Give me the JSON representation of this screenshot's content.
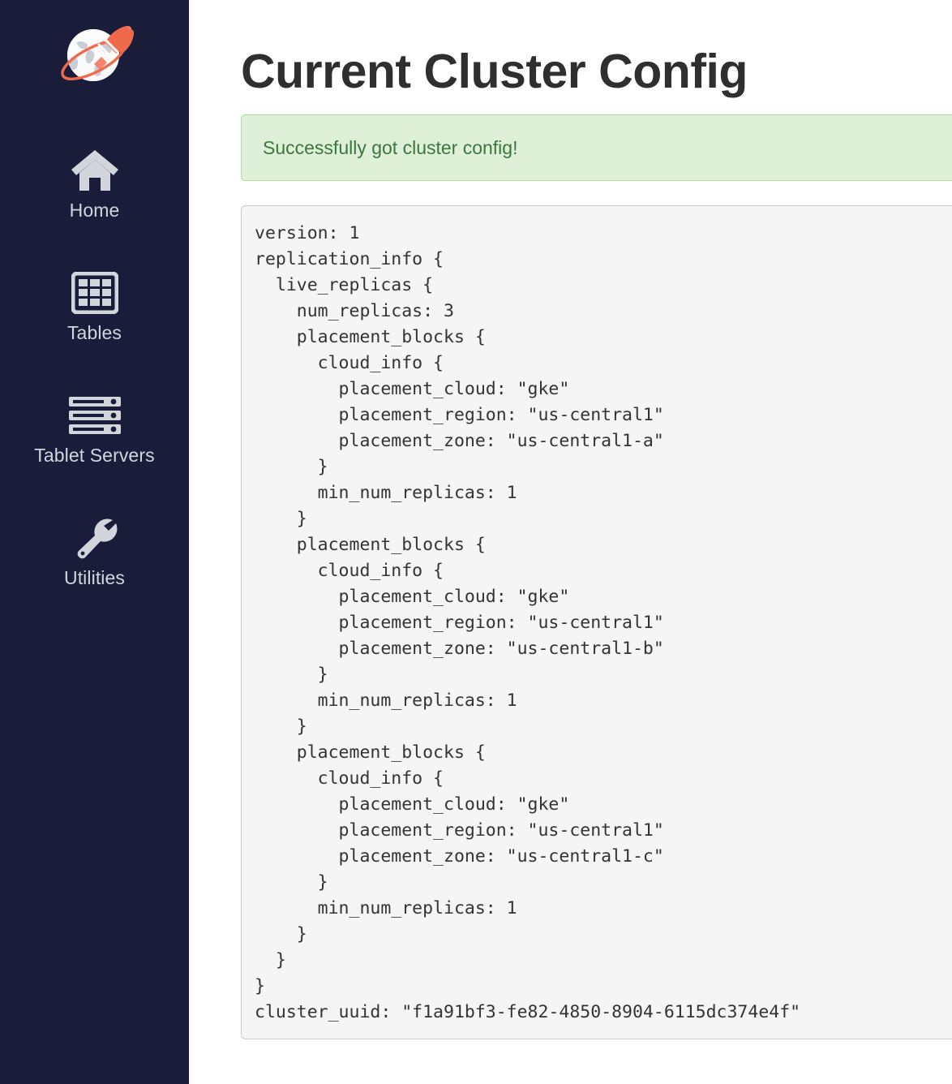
{
  "sidebar": {
    "logo": {
      "icon": "globe-rocket-logo",
      "alt": "YugabyteDB"
    },
    "items": [
      {
        "icon": "home-icon",
        "label": "Home"
      },
      {
        "icon": "tables-grid-icon",
        "label": "Tables"
      },
      {
        "icon": "server-rack-icon",
        "label": "Tablet Servers"
      },
      {
        "icon": "wrench-icon",
        "label": "Utilities"
      }
    ]
  },
  "main": {
    "title": "Current Cluster Config",
    "alert": {
      "message": "Successfully got cluster config!",
      "type": "success",
      "bg_color": "#dff0d8",
      "border_color": "#b2dba1",
      "text_color": "#3c763d"
    },
    "config_text": "version: 1\nreplication_info {\n  live_replicas {\n    num_replicas: 3\n    placement_blocks {\n      cloud_info {\n        placement_cloud: \"gke\"\n        placement_region: \"us-central1\"\n        placement_zone: \"us-central1-a\"\n      }\n      min_num_replicas: 1\n    }\n    placement_blocks {\n      cloud_info {\n        placement_cloud: \"gke\"\n        placement_region: \"us-central1\"\n        placement_zone: \"us-central1-b\"\n      }\n      min_num_replicas: 1\n    }\n    placement_blocks {\n      cloud_info {\n        placement_cloud: \"gke\"\n        placement_region: \"us-central1\"\n        placement_zone: \"us-central1-c\"\n      }\n      min_num_replicas: 1\n    }\n  }\n}\ncluster_uuid: \"f1a91bf3-fe82-4850-8904-6115dc374e4f\"",
    "config_values": {
      "version": 1,
      "num_replicas": 3,
      "cluster_uuid": "f1a91bf3-fe82-4850-8904-6115dc374e4f",
      "placement_blocks": [
        {
          "placement_cloud": "gke",
          "placement_region": "us-central1",
          "placement_zone": "us-central1-a",
          "min_num_replicas": 1
        },
        {
          "placement_cloud": "gke",
          "placement_region": "us-central1",
          "placement_zone": "us-central1-b",
          "min_num_replicas": 1
        },
        {
          "placement_cloud": "gke",
          "placement_region": "us-central1",
          "placement_zone": "us-central1-c",
          "min_num_replicas": 1
        }
      ]
    }
  },
  "theme": {
    "sidebar_bg": "#191d3a",
    "sidebar_text": "#d3d5dd",
    "title_color": "#2f2f2f",
    "code_bg": "#f5f5f5",
    "code_border": "#cccccc",
    "accent_orange": "#ef6a4b"
  }
}
